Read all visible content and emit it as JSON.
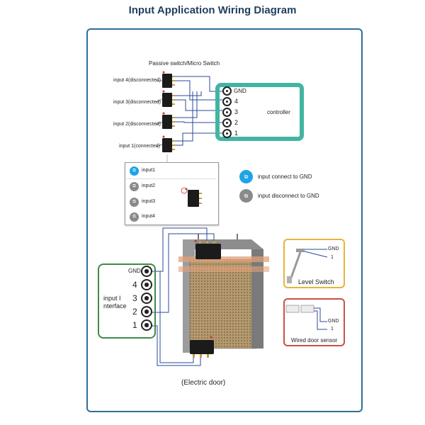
{
  "title": "Input Application Wiring Diagram",
  "switch_group_label": "Passive switch/Micro Switch",
  "switch_inputs": [
    "input 4(disconnected)",
    "input 3(disconnected)",
    "input 2(disconnected)",
    "input 1(connected)"
  ],
  "controller": {
    "label": "controller",
    "terminals": [
      "GND",
      "4",
      "3",
      "2",
      "1"
    ]
  },
  "status_popup": {
    "rows": [
      {
        "label": "input1",
        "state": "connected"
      },
      {
        "label": "input2",
        "state": "disconnected"
      },
      {
        "label": "input3",
        "state": "disconnected"
      },
      {
        "label": "input4",
        "state": "disconnected"
      }
    ]
  },
  "legend": {
    "connected": "input connect to GND",
    "disconnected": "input disconnect to GND"
  },
  "input_interface": {
    "label_line1": "input I",
    "label_line2": "nterface",
    "terminals": [
      "GND",
      "4",
      "3",
      "2",
      "1"
    ]
  },
  "level_switch": {
    "label": "Level Switch",
    "terminals": [
      "GND",
      "1"
    ]
  },
  "wired_door_sensor": {
    "label": "Wired door sensor",
    "terminals": [
      "GND",
      "1"
    ]
  },
  "electric_door_label": "(Electric door)",
  "icon_glyph": "⧉",
  "colors": {
    "title": "#1f3f5e",
    "frame": "#2f6f97",
    "controller_border": "#42b5a1",
    "level_switch_border": "#e8b33a",
    "door_sensor_border": "#c9504a",
    "interface_border": "#3f8a48",
    "connected_indicator": "#1ea3e6",
    "disconnected_indicator": "#8a8a8a",
    "wire": "#2a4a9a"
  }
}
